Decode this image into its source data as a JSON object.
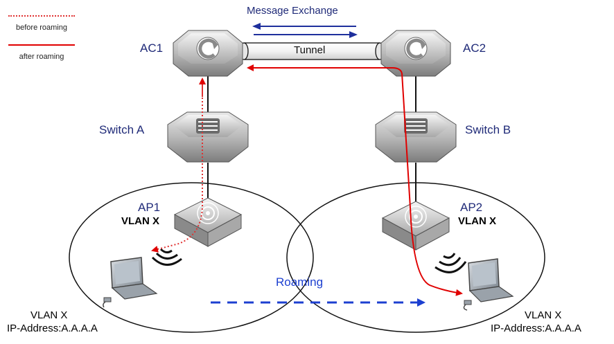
{
  "legend": {
    "before_label": "before roaming",
    "after_label": "after roaming",
    "before_color": "#e03030",
    "after_color": "#e00000"
  },
  "labels": {
    "message_exchange": "Message Exchange",
    "tunnel": "Tunnel",
    "roaming": "Roaming"
  },
  "devices": {
    "ac1": "AC1",
    "ac2": "AC2",
    "switch_a": "Switch A",
    "switch_b": "Switch B",
    "ap1": "AP1",
    "ap2": "AP2"
  },
  "ap1_vlan": "VLAN X",
  "ap2_vlan": "VLAN X",
  "client_left": {
    "vlan": "VLAN X",
    "ip": "IP-Address:A.A.A.A"
  },
  "client_right": {
    "vlan": "VLAN X",
    "ip": "IP-Address:A.A.A.A"
  },
  "colors": {
    "label_blue": "#1f2a78",
    "arrow_blue": "#1e2f9c",
    "roaming_blue": "#1c3fd0",
    "path_red": "#e00000"
  }
}
